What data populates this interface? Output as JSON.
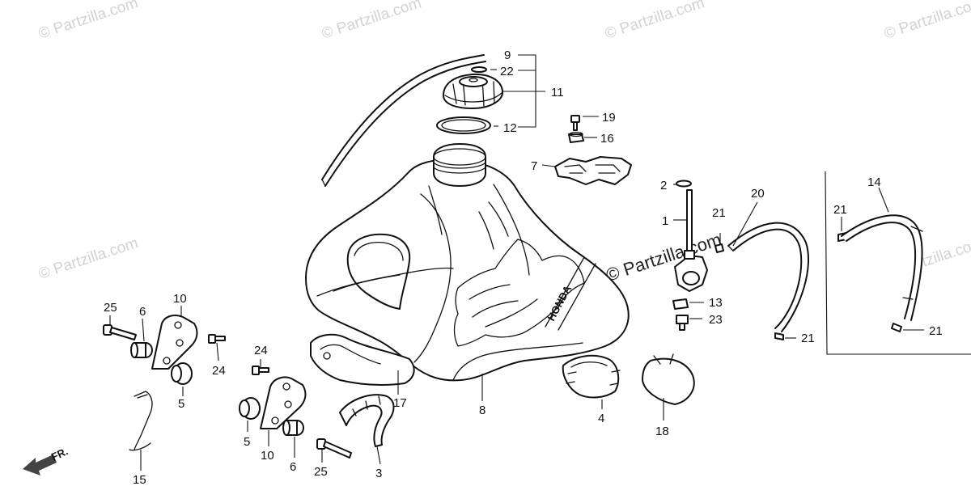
{
  "watermark": {
    "text": "© Partzilla.com",
    "center_text": "© Partzilla.com"
  },
  "brand_decal": "HONDA",
  "direction_label": "FR.",
  "callouts": {
    "c1": "1",
    "c2": "2",
    "c3": "3",
    "c4": "4",
    "c5a": "5",
    "c5b": "5",
    "c6a": "6",
    "c6b": "6",
    "c7": "7",
    "c8": "8",
    "c9": "9",
    "c10a": "10",
    "c10b": "10",
    "c11": "11",
    "c12": "12",
    "c13": "13",
    "c14": "14",
    "c15": "15",
    "c16": "16",
    "c17": "17",
    "c18": "18",
    "c19": "19",
    "c20": "20",
    "c21a": "21",
    "c21b": "21",
    "c21c": "21",
    "c21d": "21",
    "c22": "22",
    "c23": "23",
    "c24a": "24",
    "c24b": "24",
    "c25a": "25",
    "c25b": "25"
  }
}
